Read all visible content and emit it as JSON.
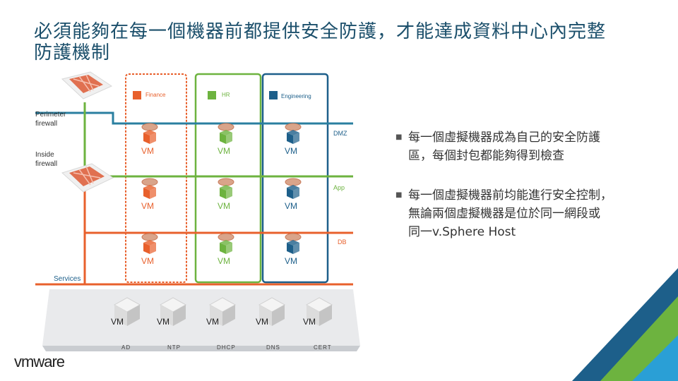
{
  "slide": {
    "title_line1": "必須能夠在每一個機器前都提供安全防護，才能達成資料中心內完整",
    "title_line2": "防護機制",
    "bullets": [
      {
        "line1": "每一個虛擬機器成為自己的安全防護",
        "line2": "區，每個封包都能夠得到檢查"
      },
      {
        "line1": "每一個虛擬機器前均能進行安全控制，",
        "line2": "無論兩個虛擬機器是位於同一網段或",
        "line3": "同一v.Sphere Host"
      }
    ]
  },
  "diagram": {
    "groups": [
      {
        "label": "Finance",
        "color": "#e8602c"
      },
      {
        "label": "HR",
        "color": "#6db33f"
      },
      {
        "label": "Engineering",
        "color": "#1d5f8a"
      }
    ],
    "zones": {
      "dmz": "DMZ",
      "app": "App",
      "db": "DB",
      "services": "Services"
    },
    "firewalls": {
      "perimeter_line1": "Perimeter",
      "perimeter_line2": "firewall",
      "inside_line1": "Inside",
      "inside_line2": "firewall"
    },
    "vm_label": "VM",
    "services": [
      "AD",
      "NTP",
      "DHCP",
      "DNS",
      "CERT"
    ],
    "colors": {
      "dmz_line": "#2a7fa0",
      "app_line": "#6db33f",
      "db_line": "#e8602c",
      "services_line": "#e8602c"
    }
  },
  "footer": {
    "logo_text": "vmware"
  }
}
